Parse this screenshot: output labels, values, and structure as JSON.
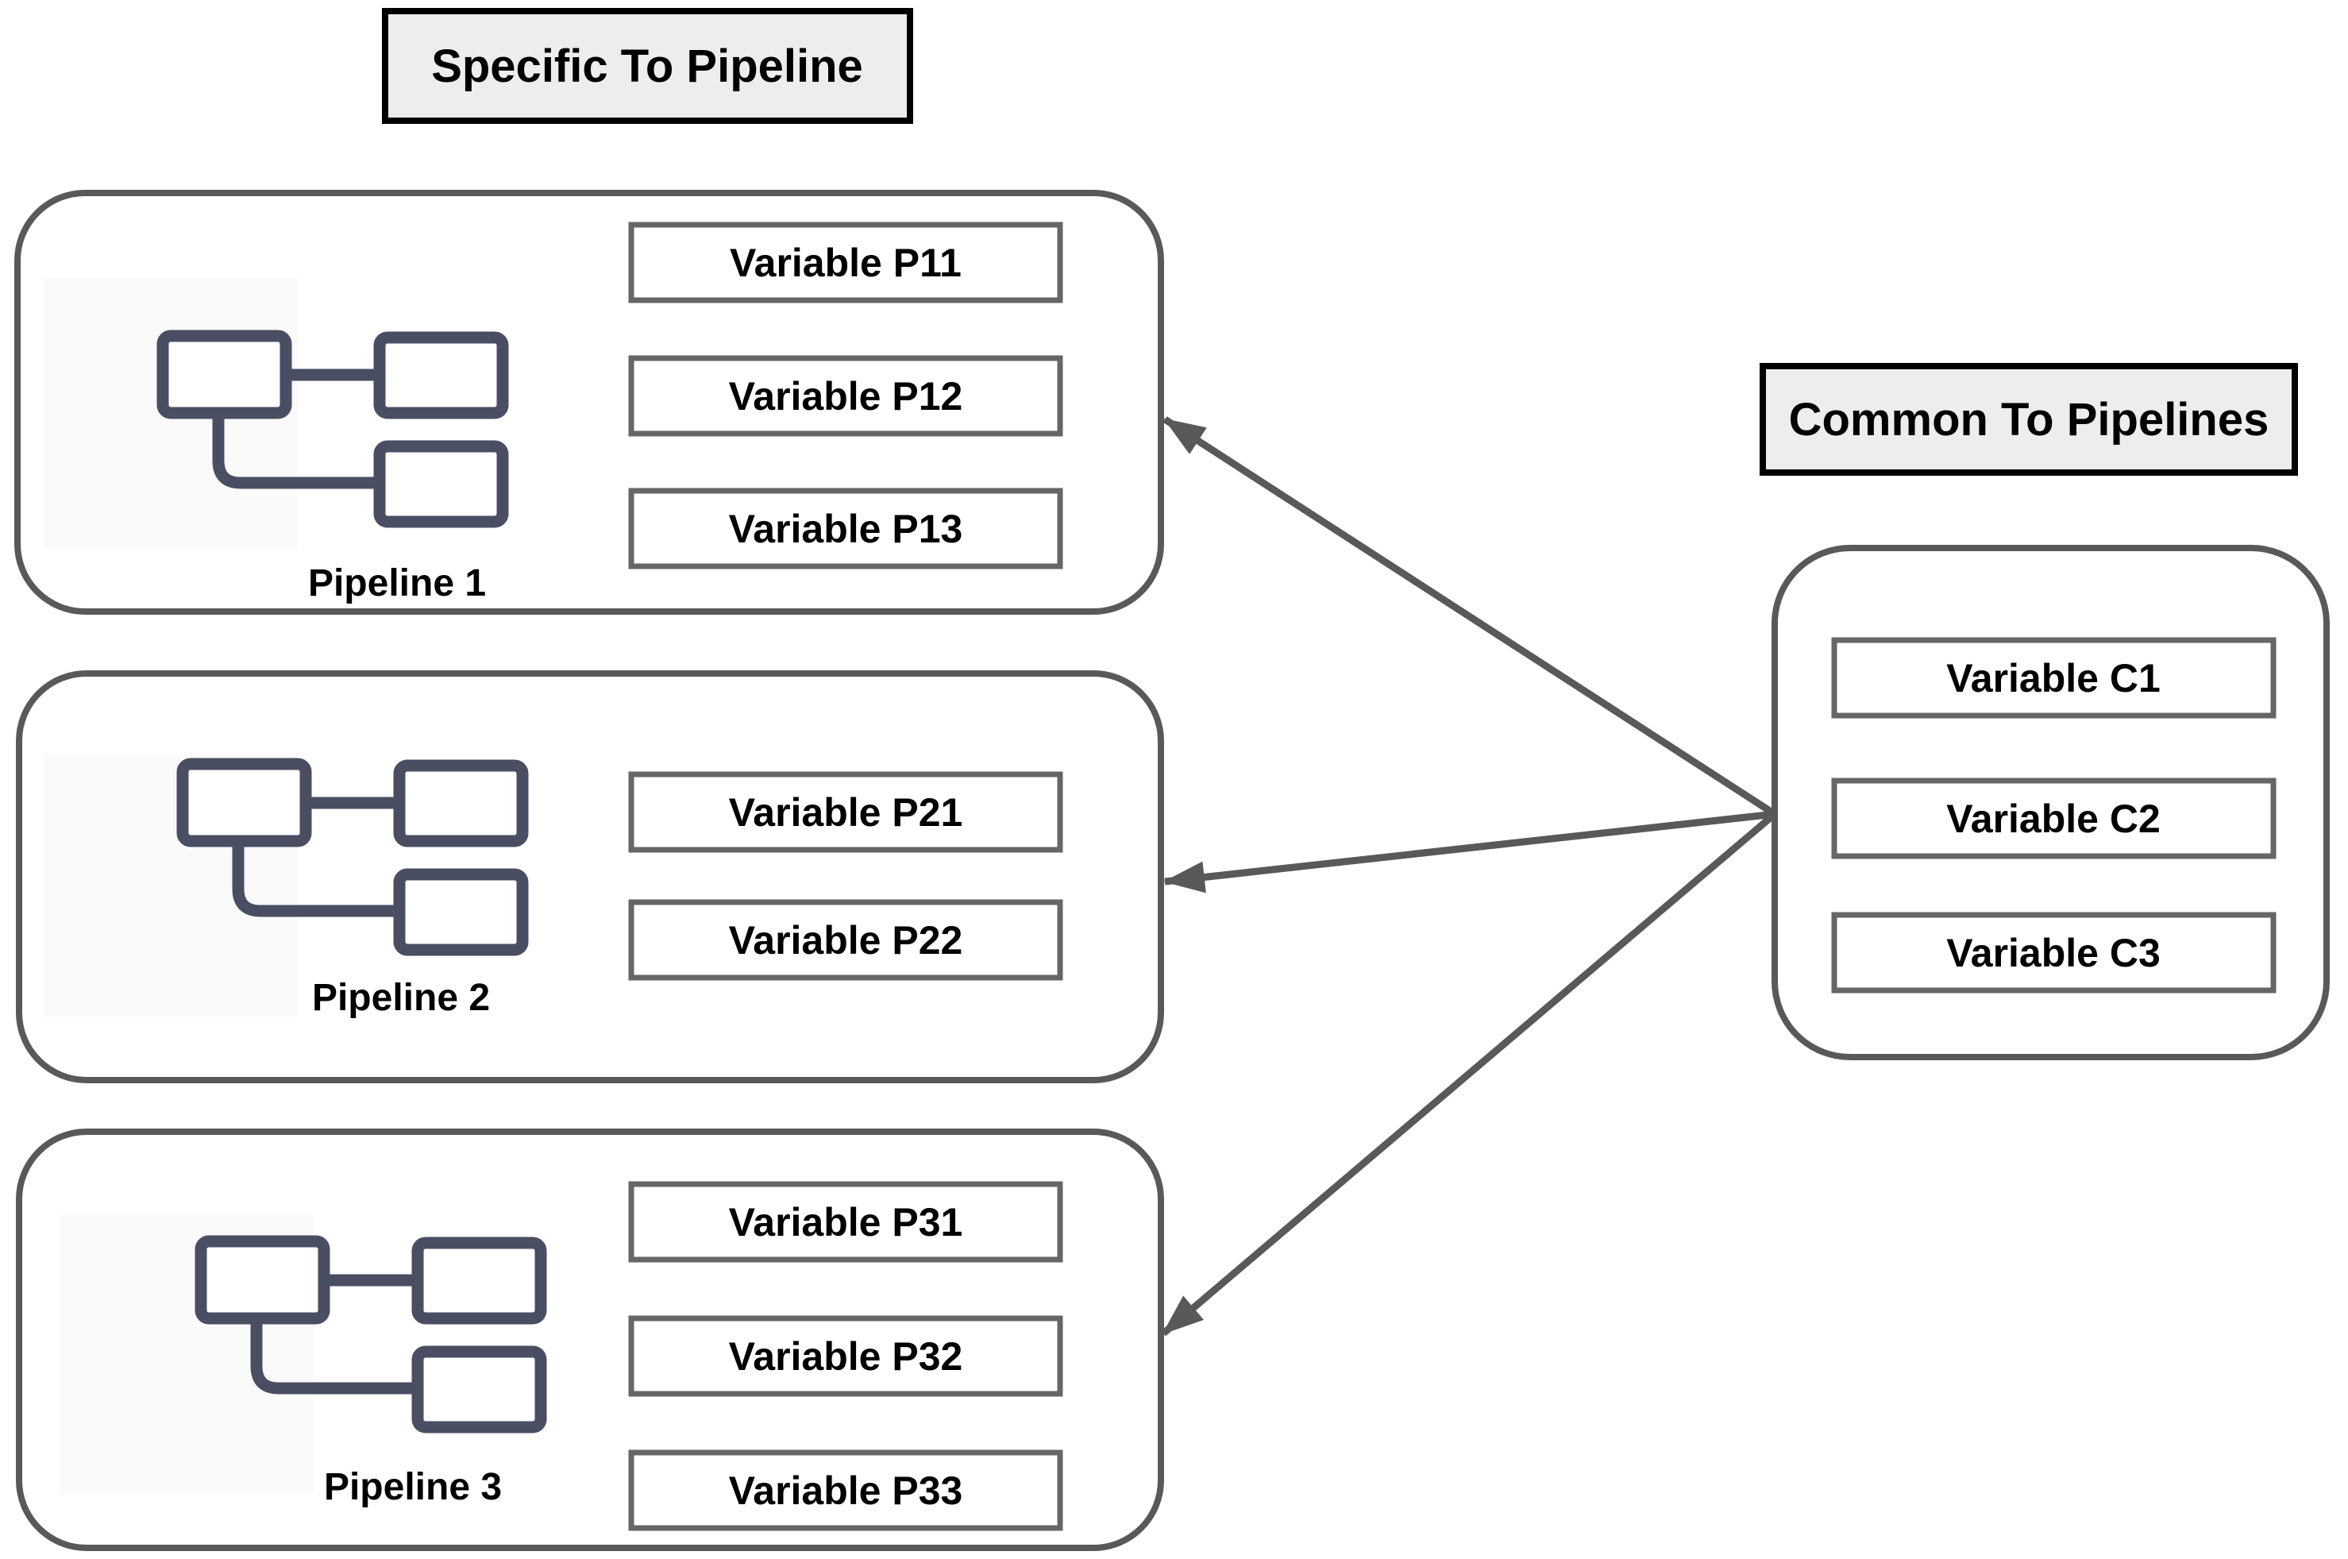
{
  "diagram": {
    "left_header": "Specific To Pipeline",
    "right_header": "Common To Pipelines"
  },
  "pipelines": [
    {
      "label": "Pipeline 1",
      "variables": [
        "Variable P11",
        "Variable P12",
        "Variable P13"
      ]
    },
    {
      "label": "Pipeline 2",
      "variables": [
        "Variable P21",
        "Variable P22"
      ]
    },
    {
      "label": "Pipeline 3",
      "variables": [
        "Variable P31",
        "Variable P32",
        "Variable P33"
      ]
    }
  ],
  "common_group": {
    "variables": [
      "Variable C1",
      "Variable C2",
      "Variable C3"
    ]
  },
  "icons": {
    "pipeline_icon": "flowchart-nodes-icon"
  },
  "colors": {
    "background": "#ffffff",
    "header_fill": "#ededed",
    "header_border": "#000000",
    "container_border": "#595959",
    "variable_border": "#666666",
    "icon_stroke": "#4a4e62",
    "arrow": "#595959",
    "text": "#000000"
  }
}
